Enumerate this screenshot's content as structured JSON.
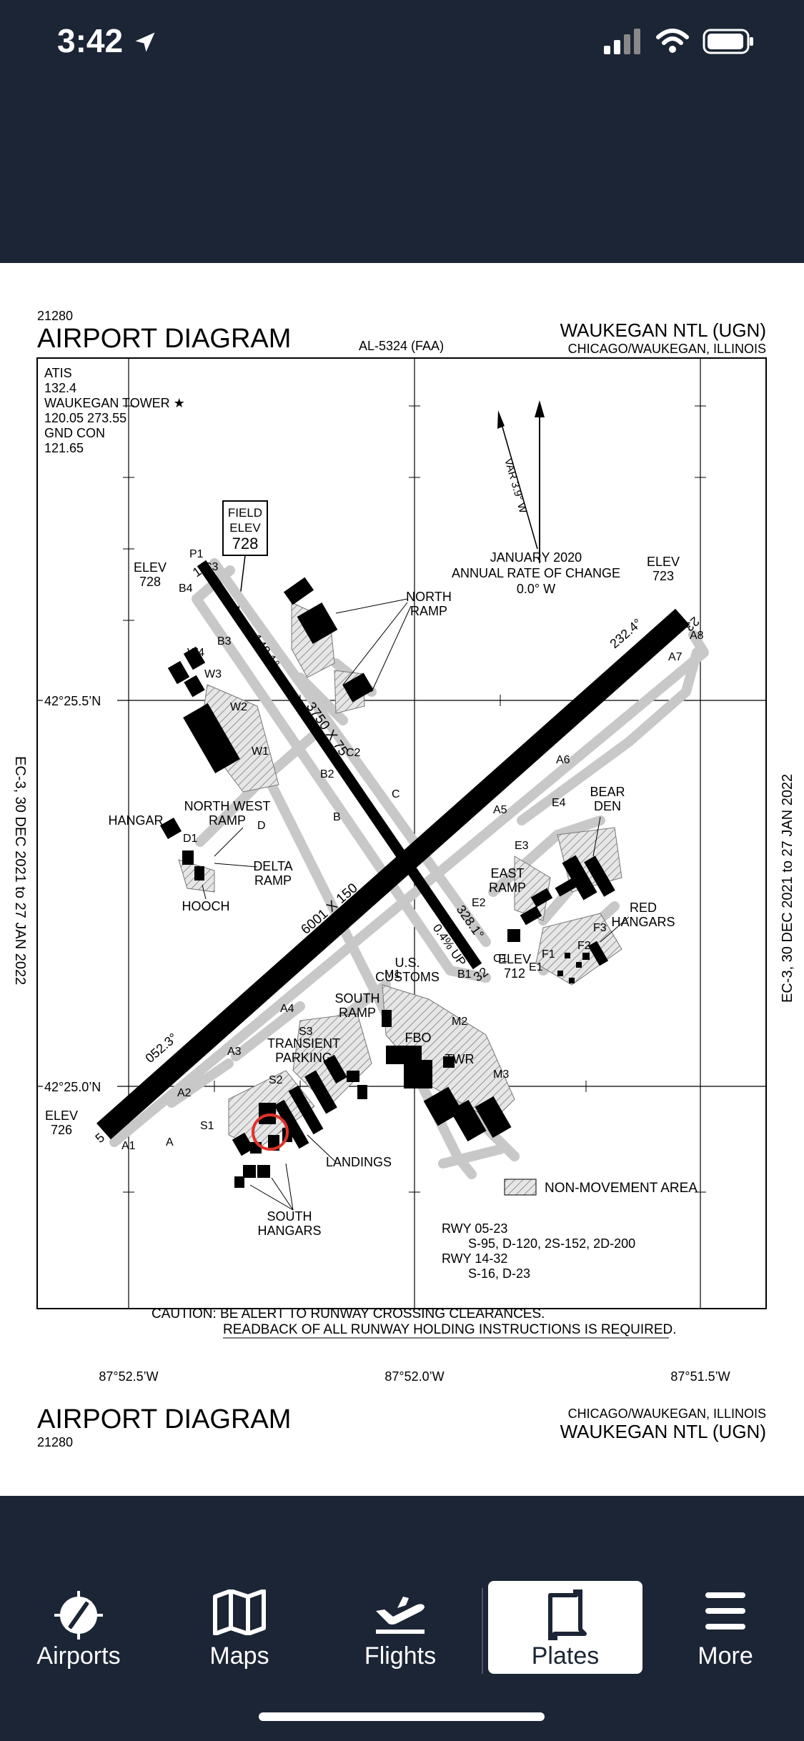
{
  "status_bar": {
    "time": "3:42"
  },
  "plate": {
    "number": "21280",
    "title": "AIRPORT DIAGRAM",
    "doc_id": "AL-5324 (FAA)",
    "airport_name": "WAUKEGAN NTL (UGN)",
    "location": "CHICAGO/WAUKEGAN, ILLINOIS",
    "side_note": "EC-3, 30 DEC 2021 to 27 JAN 2022",
    "freq": [
      "ATIS",
      "132.4",
      "WAUKEGAN TOWER ★",
      "120.05  273.55",
      "GND CON",
      "121.65"
    ],
    "field_elev": [
      "FIELD",
      "ELEV",
      "728"
    ],
    "variation": "VAR 3.9° W",
    "annual_change": [
      "JANUARY 2020",
      "ANNUAL RATE OF CHANGE",
      "0.0° W"
    ],
    "elev_nw": [
      "ELEV",
      "728"
    ],
    "elev_ne": [
      "ELEV",
      "723"
    ],
    "elev_sw": [
      "ELEV",
      "726"
    ],
    "elev_se": [
      "ELEV",
      "712"
    ],
    "lat_north": "42°25.5’N",
    "lat_south": "42°25.0’N",
    "lon_west": "87°52.5’W",
    "lon_mid": "87°52.0’W",
    "lon_east": "87°51.5’W",
    "rwy_main_dims": "6001 X 150",
    "rwy_cross_dims": "3750 X 75",
    "hdg_052": "052.3°",
    "hdg_232": "232.4°",
    "hdg_148": "148.1°",
    "hdg_328": "328.1°",
    "slope": "0.4% UP",
    "rwy_ends": [
      "5",
      "23",
      "14",
      "32"
    ],
    "places": {
      "north_ramp": [
        "NORTH",
        "RAMP"
      ],
      "north_west_ramp": [
        "NORTH WEST",
        "RAMP"
      ],
      "hangar": "HANGAR",
      "delta_ramp": [
        "DELTA",
        "RAMP"
      ],
      "hooch": "HOOCH",
      "bear_den": [
        "BEAR",
        "DEN"
      ],
      "red_hangars": [
        "RED",
        "HANGARS"
      ],
      "east_ramp": [
        "EAST",
        "RAMP"
      ],
      "us_customs": [
        "U.S.",
        "CUSTOMS"
      ],
      "south_ramp": [
        "SOUTH",
        "RAMP"
      ],
      "transient_parking": [
        "TRANSIENT",
        "PARKING"
      ],
      "fbo": "FBO",
      "twr": "TWR",
      "landings": "LANDINGS",
      "south_hangars": [
        "SOUTH",
        "HANGARS"
      ]
    },
    "taxiways": [
      "A",
      "A1",
      "A2",
      "A3",
      "A4",
      "A5",
      "A6",
      "A7",
      "A8",
      "B",
      "B1",
      "B2",
      "B3",
      "B4",
      "C",
      "C1",
      "C2",
      "C3",
      "D",
      "D1",
      "E1",
      "E2",
      "E3",
      "E4",
      "F1",
      "F2",
      "F3",
      "M1",
      "M2",
      "M3",
      "S1",
      "S2",
      "S3",
      "W1",
      "W2",
      "W3",
      "W4",
      "P1"
    ],
    "legend_label": "NON-MOVEMENT AREA",
    "rwy_info": [
      "RWY 05-23",
      "S-95, D-120, 2S-152, 2D-200",
      "RWY 14-32",
      "S-16, D-23"
    ],
    "caution": [
      "CAUTION: BE ALERT TO RUNWAY CROSSING CLEARANCES.",
      "READBACK OF ALL RUNWAY HOLDING INSTRUCTIONS IS REQUIRED."
    ]
  },
  "tabs": [
    {
      "label": "Airports",
      "icon": "airport-icon"
    },
    {
      "label": "Maps",
      "icon": "map-icon"
    },
    {
      "label": "Flights",
      "icon": "flight-icon"
    },
    {
      "label": "Plates",
      "icon": "plates-icon",
      "active": true
    },
    {
      "label": "More",
      "icon": "menu-icon"
    }
  ]
}
